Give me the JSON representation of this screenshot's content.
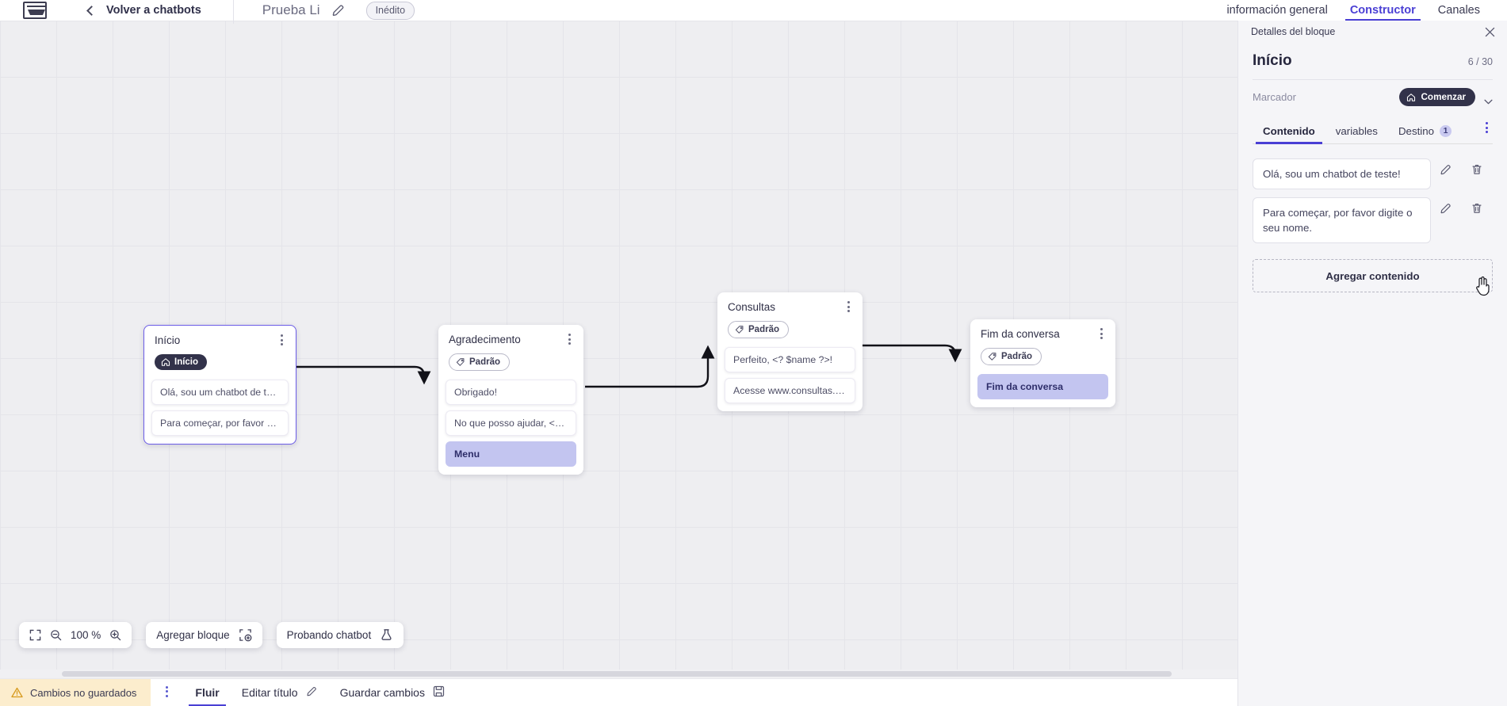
{
  "topbar": {
    "logo_name": "via-logo",
    "back_label": "Volver a chatbots",
    "bot_title": "Prueba Li",
    "edit_icon": "pencil-icon",
    "status_badge": "Inédito",
    "tabs": [
      {
        "label": "información general",
        "active": false
      },
      {
        "label": "Constructor",
        "active": true
      },
      {
        "label": "Canales",
        "active": false
      }
    ]
  },
  "canvas": {
    "zoom_level": "100 %",
    "tools": {
      "fit_icon": "fit-screen-icon",
      "zoom_out_icon": "zoom-out-icon",
      "zoom_in_icon": "zoom-in-icon",
      "add_block_label": "Agregar bloque",
      "add_block_icon": "add-block-icon",
      "test_chatbot_label": "Probando chatbot",
      "test_chatbot_icon": "flask-icon"
    },
    "nodes": [
      {
        "id": "inicio",
        "title": "Início",
        "tag": {
          "label": "Início",
          "type": "start",
          "icon": "home-icon"
        },
        "selected": true,
        "messages": [
          {
            "text": "Olá, sou um chatbot de teste!",
            "accent": false
          },
          {
            "text": "Para começar, por favor digite o ...",
            "accent": false
          }
        ]
      },
      {
        "id": "agradecimento",
        "title": "Agradecimento",
        "tag": {
          "label": "Padrão",
          "type": "default",
          "icon": "tag-icon"
        },
        "selected": false,
        "messages": [
          {
            "text": "Obrigado!",
            "accent": false
          },
          {
            "text": "No que posso ajudar, <? $name ...",
            "accent": false
          },
          {
            "text": "Menu",
            "accent": true
          }
        ]
      },
      {
        "id": "consultas",
        "title": "Consultas",
        "tag": {
          "label": "Padrão",
          "type": "default",
          "icon": "tag-icon"
        },
        "selected": false,
        "messages": [
          {
            "text": "Perfeito, <? $name ?>!",
            "accent": false
          },
          {
            "text": "Acesse www.consultas.com par...",
            "accent": false
          }
        ]
      },
      {
        "id": "fim",
        "title": "Fim da conversa",
        "tag": {
          "label": "Padrão",
          "type": "default",
          "icon": "tag-icon"
        },
        "selected": false,
        "messages": [
          {
            "text": "Fim da conversa",
            "accent": true
          }
        ]
      }
    ]
  },
  "bottombar": {
    "unsaved_label": "Cambios no guardados",
    "unsaved_icon": "warning-triangle-icon",
    "kebab_icon": "more-vertical-icon",
    "flow_label": "Fluir",
    "edit_title_label": "Editar título",
    "edit_title_icon": "pencil-icon",
    "save_label": "Guardar cambios",
    "save_icon": "save-icon"
  },
  "panel": {
    "header_title": "Detalles del bloque",
    "close_icon": "close-icon",
    "block_title": "Início",
    "block_count": "6 / 30",
    "marcador_label": "Marcador",
    "marcador_value": "Comenzar",
    "marcador_icon": "home-icon",
    "marcador_chevron": "chevron-down-icon",
    "tabs": [
      {
        "label": "Contenido",
        "badge": null,
        "active": true
      },
      {
        "label": "variables",
        "badge": null,
        "active": false
      },
      {
        "label": "Destino",
        "badge": "1",
        "active": false
      }
    ],
    "tab_kebab_icon": "more-vertical-icon",
    "contents": [
      {
        "text": "Olá, sou um chatbot de teste!",
        "edit_icon": "pencil-icon",
        "delete_icon": "trash-icon"
      },
      {
        "text": "Para começar, por favor digite o seu nome.",
        "edit_icon": "pencil-icon",
        "delete_icon": "trash-icon"
      }
    ],
    "add_content_label": "Agregar contenido"
  },
  "colors": {
    "accent": "#4a3fd4",
    "node_selected_border": "#6b5ce7",
    "accent_msg_bg": "#c3c5f0",
    "dark_pill": "#32324a",
    "warning_bg": "#fcedcd",
    "canvas_bg": "#eeeef1"
  }
}
